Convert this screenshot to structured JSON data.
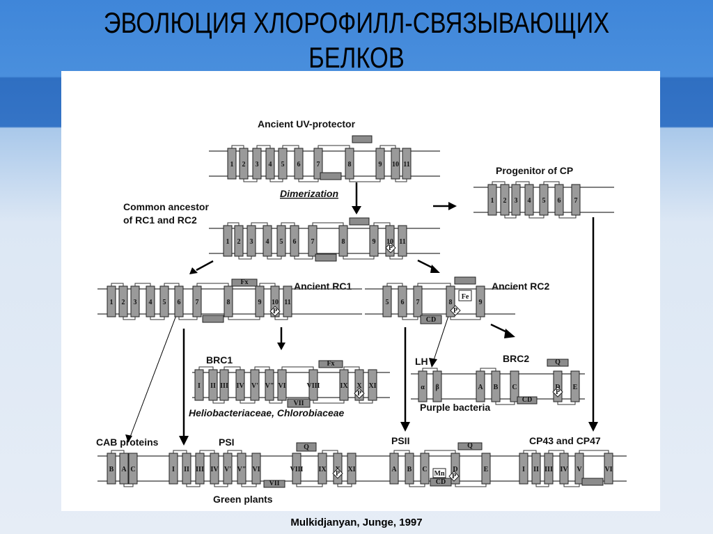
{
  "slide": {
    "title": "ЭВОЛЮЦИЯ ХЛОРОФИЛЛ-СВЯЗЫВАЮЩИХ БЕЛКОВ",
    "citation": "Mulkidjanyan, Junge, 1997"
  },
  "diagram": {
    "labels": {
      "ancient_uv": "Ancient UV-protector",
      "dimerization": "Dimerization",
      "common_ancestor_1": "Common ancestor",
      "common_ancestor_2": "of RC1 and RC2",
      "progenitor_cp": "Progenitor of  CP",
      "ancient_rc1": "Ancient RC1",
      "ancient_rc2": "Ancient RC2",
      "brc1": "BRC1",
      "helio": "Heliobacteriaceae, Chlorobiaceae",
      "lh": "LH",
      "brc2": "BRC2",
      "purple": "Purple bacteria",
      "cab": "CAB proteins",
      "psi": "PSI",
      "psii": "PSII",
      "cp43": "CP43 and CP47",
      "green": "Green plants"
    },
    "cofactors": {
      "p": "P",
      "fx": "Fx",
      "fe": "Fe",
      "cd": "CD",
      "q": "Q",
      "mn": "Mn",
      "vii": "VII"
    },
    "rows": {
      "uv": [
        "1",
        "2",
        "3",
        "4",
        "5",
        "6",
        "7",
        "8",
        "9",
        "10",
        "11"
      ],
      "common": [
        "1",
        "2",
        "3",
        "4",
        "5",
        "6",
        "7",
        "8",
        "9",
        "10",
        "11"
      ],
      "progenitor": [
        "1",
        "2",
        "3",
        "4",
        "5",
        "6",
        "7"
      ],
      "rc1": [
        "1",
        "2",
        "3",
        "4",
        "5",
        "6",
        "7",
        "8",
        "9",
        "10",
        "11"
      ],
      "rc2": [
        "5",
        "6",
        "7",
        "8",
        "9"
      ],
      "brc1": [
        "I",
        "II",
        "III",
        "IV",
        "V'",
        "V\"",
        "VI",
        "VIII",
        "IX",
        "X",
        "XI"
      ],
      "lh": [
        "α",
        "β"
      ],
      "brc2": [
        "A",
        "B",
        "C",
        "D",
        "E"
      ],
      "cab": [
        "B",
        "A",
        "C"
      ],
      "psi": [
        "I",
        "II",
        "III",
        "IV",
        "V'",
        "V\"",
        "VI",
        "VIII",
        "IX",
        "X",
        "XI"
      ],
      "psii": [
        "A",
        "B",
        "C",
        "D",
        "E"
      ],
      "cp": [
        "I",
        "II",
        "III",
        "IV",
        "V",
        "VI"
      ]
    }
  }
}
